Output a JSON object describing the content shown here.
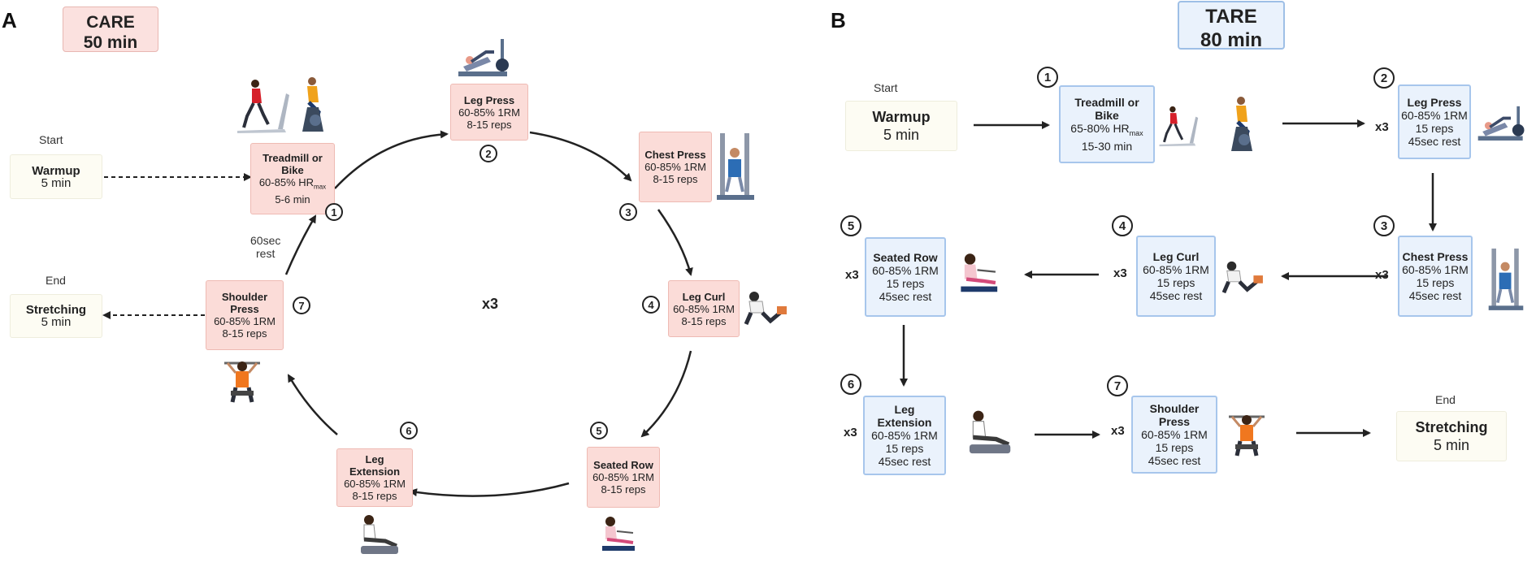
{
  "panel_a": {
    "letter": "A",
    "title_line1": "CARE",
    "title_line2": "50 min",
    "start_label": "Start",
    "end_label": "End",
    "rest_label_line1": "60sec",
    "rest_label_line2": "rest",
    "center_repeat": "x3",
    "warmup": {
      "name": "Warmup",
      "line1": "5 min"
    },
    "stretching": {
      "name": "Stretching",
      "line1": "5 min"
    },
    "steps": [
      {
        "num": "1",
        "name_line1": "Treadmill or",
        "name_line2": "Bike",
        "line1": "60-85% HR",
        "line1_sub": "max",
        "line2": "5-6 min"
      },
      {
        "num": "2",
        "name_line1": "Leg Press",
        "line1": "60-85% 1RM",
        "line2": "8-15 reps"
      },
      {
        "num": "3",
        "name_line1": "Chest Press",
        "line1": "60-85% 1RM",
        "line2": "8-15 reps"
      },
      {
        "num": "4",
        "name_line1": "Leg Curl",
        "line1": "60-85% 1RM",
        "line2": "8-15 reps"
      },
      {
        "num": "5",
        "name_line1": "Seated Row",
        "line1": "60-85% 1RM",
        "line2": "8-15 reps"
      },
      {
        "num": "6",
        "name_line1": "Leg",
        "name_line2": "Extension",
        "line1": "60-85% 1RM",
        "line2": "8-15 reps"
      },
      {
        "num": "7",
        "name_line1": "Shoulder",
        "name_line2": "Press",
        "line1": "60-85% 1RM",
        "line2": "8-15 reps"
      }
    ]
  },
  "panel_b": {
    "letter": "B",
    "title_line1": "TARE",
    "title_line2": "80 min",
    "start_label": "Start",
    "end_label": "End",
    "warmup": {
      "name": "Warmup",
      "line1": "5 min"
    },
    "stretching": {
      "name": "Stretching",
      "line1": "5 min"
    },
    "repeat": "x3",
    "steps": [
      {
        "num": "1",
        "name_line1": "Treadmill or",
        "name_line2": "Bike",
        "line1": "65-80% HR",
        "line1_sub": "max",
        "line2": "15-30 min"
      },
      {
        "num": "2",
        "name_line1": "Leg Press",
        "line1": "60-85% 1RM",
        "line2": "15 reps",
        "line3": "45sec rest"
      },
      {
        "num": "3",
        "name_line1": "Chest Press",
        "line1": "60-85% 1RM",
        "line2": "15 reps",
        "line3": "45sec rest"
      },
      {
        "num": "4",
        "name_line1": "Leg Curl",
        "line1": "60-85% 1RM",
        "line2": "15 reps",
        "line3": "45sec rest"
      },
      {
        "num": "5",
        "name_line1": "Seated Row",
        "line1": "60-85% 1RM",
        "line2": "15 reps",
        "line3": "45sec rest"
      },
      {
        "num": "6",
        "name_line1": "Leg",
        "name_line2": "Extension",
        "line1": "60-85% 1RM",
        "line2": "15 reps",
        "line3": "45sec rest"
      },
      {
        "num": "7",
        "name_line1": "Shoulder",
        "name_line2": "Press",
        "line1": "60-85% 1RM",
        "line2": "15 reps",
        "line3": "45sec rest"
      }
    ]
  },
  "colors": {
    "care_fill": "#fbdcd8",
    "care_border": "#eebab3",
    "tare_fill": "#eaf2fc",
    "tare_border": "#a7c6ec",
    "plain_fill": "#fdfcf3",
    "runner_shirt": "#d6202a",
    "bike_rider": "#f0a21b",
    "machine": "#5a6f8c"
  },
  "icons": [
    "runner-on-treadmill-icon",
    "person-on-exercise-bike-icon",
    "leg-press-machine-icon",
    "chest-press-machine-icon",
    "leg-curl-icon",
    "seated-row-icon",
    "leg-extension-icon",
    "shoulder-press-icon"
  ]
}
